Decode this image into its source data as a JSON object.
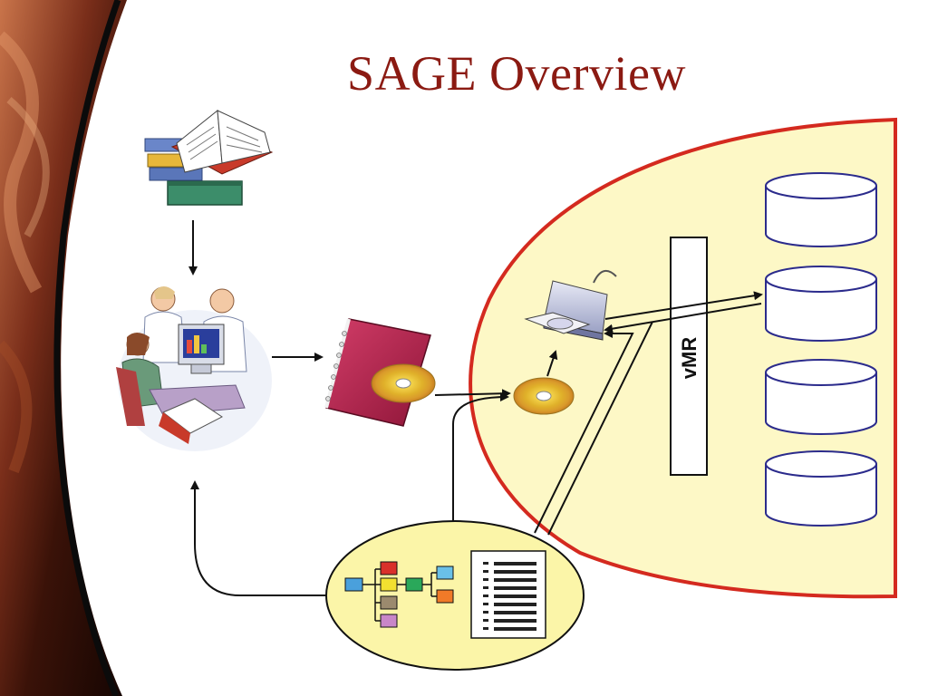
{
  "slide": {
    "title": "SAGE Overview"
  },
  "diagram": {
    "vmr_label": "vMR",
    "database_count": 4
  },
  "colors": {
    "title": "#8b1a12",
    "region_fill": "#fdf8c6",
    "region_border": "#d42a1f",
    "database_stroke": "#2b2b8c",
    "ellipse_fill": "#fbf5a8",
    "arrow": "#111111",
    "disc_gold": "#e8c53a",
    "binder": "#b0204c"
  },
  "icons": {
    "books": "stacked-books-icon",
    "team": "clinicians-at-computer-icon",
    "binder": "binder-with-disc-icon",
    "disc": "cd-disc-icon",
    "drive": "cd-drive-icon",
    "knowledge_model": "flowchart-and-document-icon"
  }
}
